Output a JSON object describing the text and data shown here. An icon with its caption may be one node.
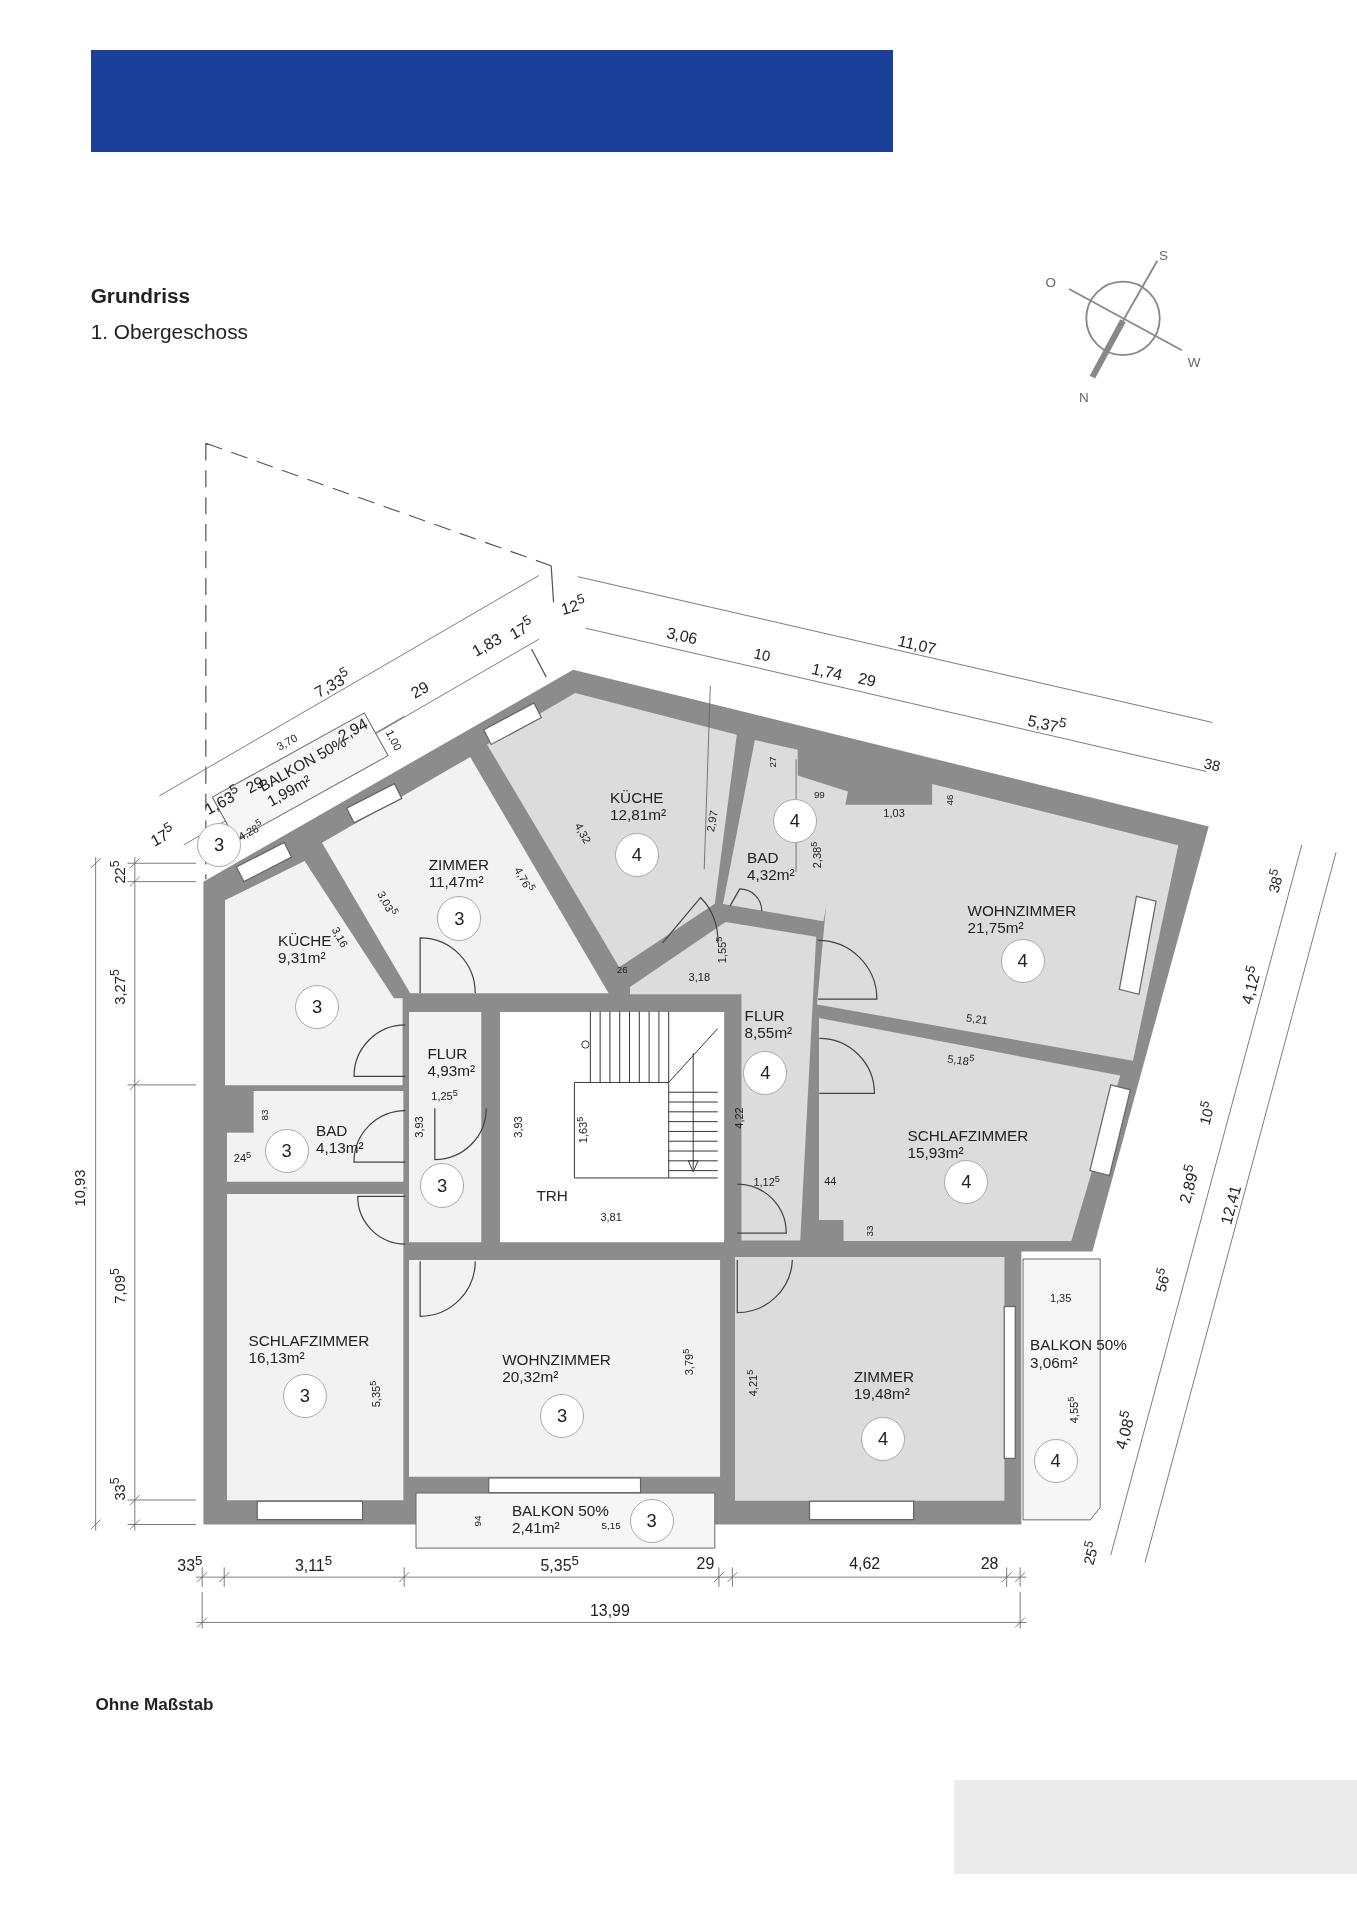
{
  "diagram": {
    "title": "Grundriss",
    "nodes": [
      {
        "text": [
          "BALKON 50%",
          "1,99m²"
        ]
      },
      {
        "text": [
          "3"
        ]
      },
      {
        "text": [
          "KÜCHE",
          "12,81m²"
        ]
      },
      {
        "text": [
          "4"
        ],
        "in": 2
      },
      {
        "text": [
          "BAD",
          "4,32m²"
        ]
      },
      {
        "text": [
          "4"
        ],
        "in": 4
      },
      {
        "text": [
          "ZIMMER",
          "11,47m²"
        ]
      },
      {
        "text": [
          "3"
        ],
        "in": 6
      },
      {
        "text": [
          "WOHNZIMMER",
          "21,75m²"
        ]
      },
      {
        "text": [
          "4"
        ],
        "in": 8
      },
      {
        "text": [
          "KÜCHE",
          "9,31m²"
        ]
      },
      {
        "text": [
          "3"
        ],
        "in": 10
      },
      {
        "text": [
          "FLUR",
          "8,55m²"
        ]
      },
      {
        "text": [
          "4"
        ],
        "in": 12
      },
      {
        "text": [
          "FLUR",
          "4,93m²"
        ]
      },
      {
        "text": [
          "3"
        ],
        "in": 14
      },
      {
        "text": [
          "TRH"
        ]
      },
      {
        "text": [
          "BAD",
          "4,13m²"
        ]
      },
      {
        "text": [
          "3"
        ],
        "in": 17
      },
      {
        "text": [
          "SCHLAFZIMMER",
          "15,93m²"
        ]
      },
      {
        "text": [
          "4"
        ],
        "in": 19
      },
      {
        "text": [
          "SCHLAFZIMMER",
          "16,13m²"
        ]
      },
      {
        "text": [
          "3"
        ],
        "in": 21
      },
      {
        "text": [
          "WOHNZIMMER",
          "20,32m²"
        ]
      },
      {
        "text": [
          "3"
        ],
        "in": 23
      },
      {
        "text": [
          "ZIMMER",
          "19,48m²"
        ]
      },
      {
        "text": [
          "4"
        ],
        "in": 25
      },
      {
        "text": [
          "BALKON 50%",
          "3,06m²"
        ]
      },
      {
        "text": [
          "4"
        ],
        "in": 27
      },
      {
        "text": [
          "BALKON 50%",
          "2,41m²"
        ]
      },
      {
        "text": [
          "3"
        ],
        "in": 29
      }
    ],
    "labels": [
      "1. Obergeschoss",
      "S",
      "O",
      "W",
      "N",
      "7,33$^{5}$",
      "1,83",
      "17$^{5}$",
      "12$^{5}$",
      "3,06",
      "10",
      "11,07",
      "1,74",
      "29",
      "29",
      "2,94",
      "5,37$^{5}$",
      "3,70",
      "1,00",
      "38",
      "29",
      "1,63$^{5}$",
      "4,28$^{5}$",
      "17$^{5}$",
      "27",
      "99",
      "46",
      "1,03",
      "2,97",
      "4,32",
      "2,38$^{5}$",
      "22$^{5}$",
      "38$^{5}$",
      "4,76$^{5}$",
      "3,03$^{5}$",
      "3,16",
      "1,55$^{5}$",
      "26",
      "3,18",
      "4,12$^{5}$",
      "3,27$^{5}$",
      "5,21",
      "5,18$^{5}$",
      "1,25$^{5}$",
      "10$^{5}$",
      "83",
      "4,22",
      "3,93",
      "3,93",
      "1,63$^{5}$",
      "24$^{5}$",
      "1,12$^{5}$",
      "44",
      "2,89$^{5}$",
      "10,93",
      "12,41",
      "3,81",
      "33",
      "56$^{5}$",
      "7,09$^{5}$",
      "1,35",
      "3,79$^{5}$",
      "4,21$^{5}$",
      "5,35$^{5}$",
      "4,55$^{5}$",
      "4,08$^{5}$",
      "33$^{5}$",
      "94",
      "5,15",
      "25$^{5}$",
      "33$^{5}$",
      "3,11$^{5}$",
      "5,35$^{5}$",
      "29",
      "4,62",
      "28",
      "13,99",
      "Ohne Maßstab"
    ]
  }
}
